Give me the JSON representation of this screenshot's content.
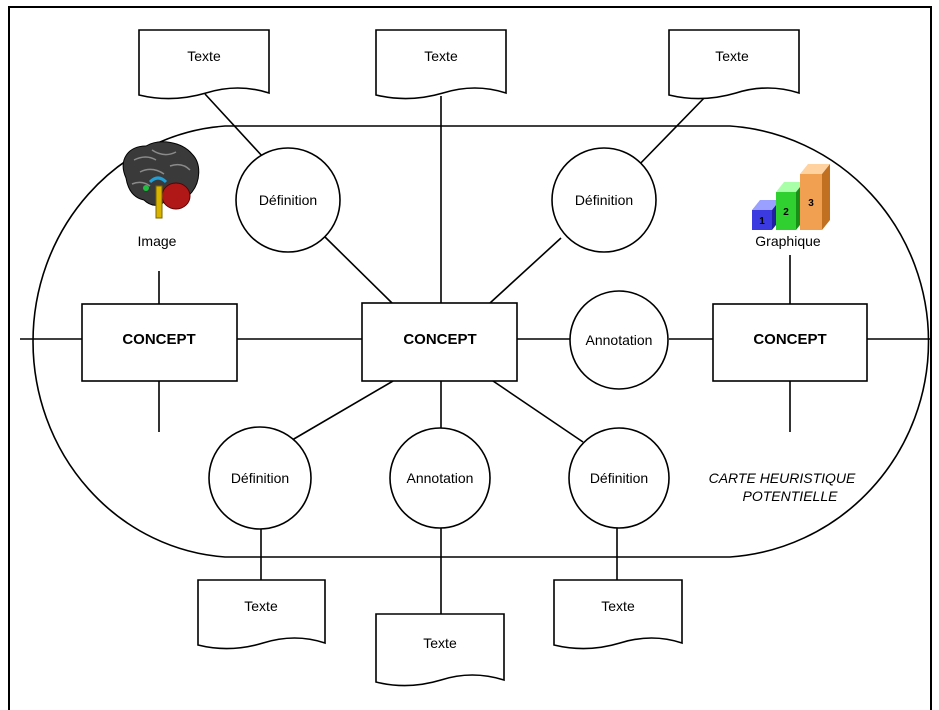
{
  "diagram": {
    "documents_top": [
      "Texte",
      "Texte",
      "Texte"
    ],
    "documents_bottom": [
      "Texte",
      "Texte",
      "Texte"
    ],
    "concepts": [
      "CONCEPT",
      "CONCEPT",
      "CONCEPT"
    ],
    "circles": {
      "definition_top_left": "Définition",
      "definition_top_right": "Définition",
      "annotation_right": "Annotation",
      "definition_bottom_left": "Définition",
      "annotation_bottom": "Annotation",
      "definition_bottom_right": "Définition"
    },
    "image_label": "Image",
    "graphique_label": "Graphique",
    "graphique_steps": [
      "1",
      "2",
      "3"
    ],
    "caption_line1": "CARTE HEURISTIQUE",
    "caption_line2": "POTENTIELLE"
  }
}
